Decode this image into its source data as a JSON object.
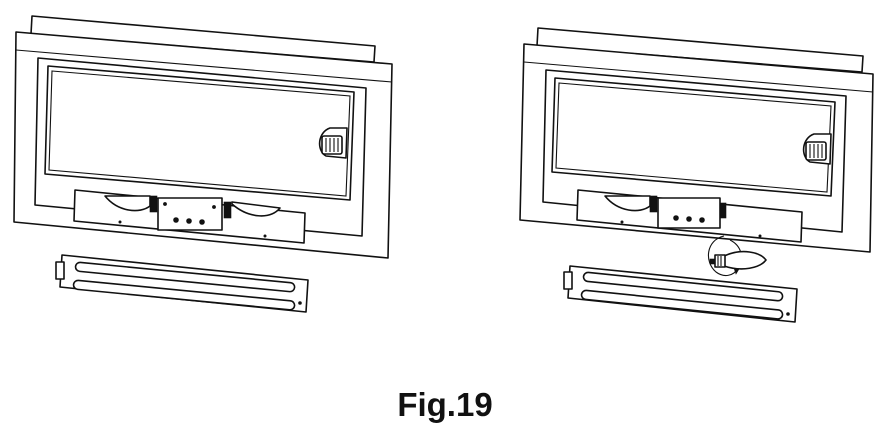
{
  "figure": {
    "caption": "Fig.19",
    "line_color": "#111111",
    "background": "#ffffff"
  },
  "panels": [
    {
      "name": "hood-with-cover-removed",
      "icon": "range-hood-icon",
      "part": "light-cover-panel"
    },
    {
      "name": "hood-bulb-replacement",
      "icon": "range-hood-icon",
      "part": "light-cover-panel",
      "detail": "bulb-rotation-arrow-icon"
    }
  ]
}
